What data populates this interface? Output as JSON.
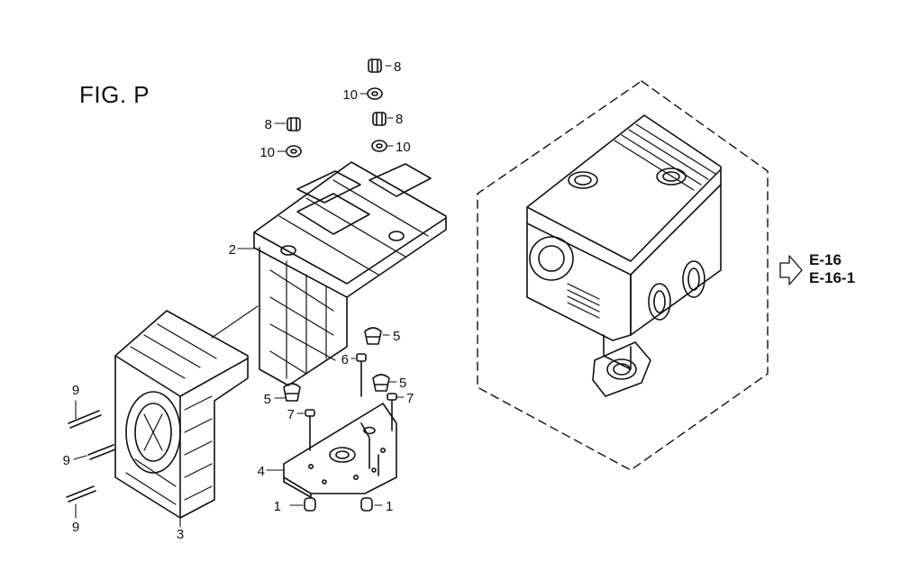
{
  "figure": {
    "title": "FIG. P"
  },
  "callouts": [
    {
      "id": "c1a",
      "text": "1"
    },
    {
      "id": "c1b",
      "text": "1"
    },
    {
      "id": "c2",
      "text": "2"
    },
    {
      "id": "c3",
      "text": "3"
    },
    {
      "id": "c4",
      "text": "4"
    },
    {
      "id": "c5a",
      "text": "5"
    },
    {
      "id": "c5b",
      "text": "5"
    },
    {
      "id": "c5c",
      "text": "5"
    },
    {
      "id": "c6",
      "text": "6"
    },
    {
      "id": "c7a",
      "text": "7"
    },
    {
      "id": "c7b",
      "text": "7"
    },
    {
      "id": "c8a",
      "text": "8"
    },
    {
      "id": "c8b",
      "text": "8"
    },
    {
      "id": "c8c",
      "text": "8"
    },
    {
      "id": "c9a",
      "text": "9"
    },
    {
      "id": "c9b",
      "text": "9"
    },
    {
      "id": "c9c",
      "text": "9"
    },
    {
      "id": "c10a",
      "text": "10"
    },
    {
      "id": "c10b",
      "text": "10"
    },
    {
      "id": "c10c",
      "text": "10"
    }
  ],
  "reference": {
    "line1": "E-16",
    "line2": "E-16-1",
    "arrow_icon": "hollow-right-arrow-icon"
  }
}
